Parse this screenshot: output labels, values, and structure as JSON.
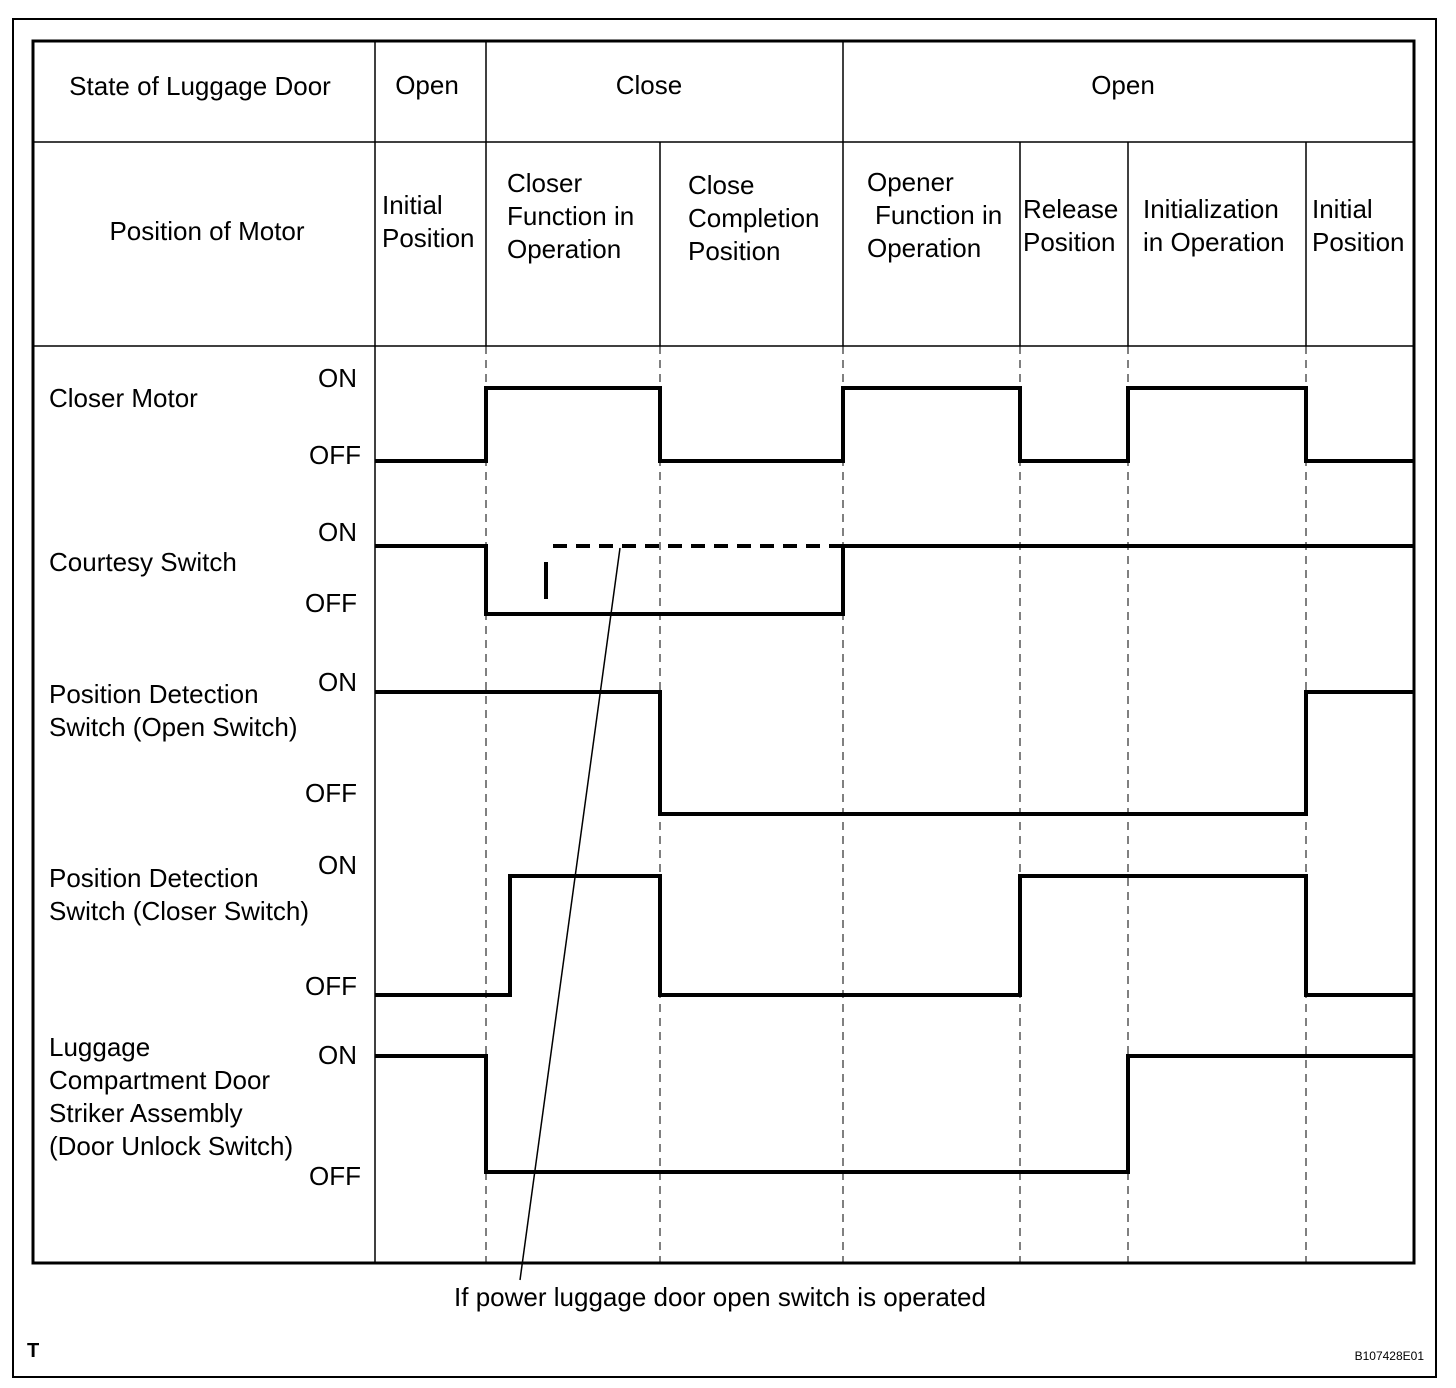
{
  "header": {
    "state_label": "State of Luggage Door",
    "motor_label": "Position of Motor",
    "states": [
      "Open",
      "Close",
      "Open"
    ],
    "motor_positions": [
      [
        "Initial",
        "Position"
      ],
      [
        "Closer",
        "Function in",
        "Operation"
      ],
      [
        "Close",
        "Completion",
        "Position"
      ],
      [
        "Opener",
        "Function in",
        "Operation"
      ],
      [
        "Release",
        "Position"
      ],
      [
        "Initialization",
        "in Operation"
      ],
      [
        "Initial",
        "Position"
      ]
    ]
  },
  "signals": [
    {
      "label_lines": [
        "Closer Motor"
      ],
      "on_label": "ON",
      "off_label": "OFF"
    },
    {
      "label_lines": [
        "Courtesy Switch"
      ],
      "on_label": "ON",
      "off_label": "OFF"
    },
    {
      "label_lines": [
        "Position Detection",
        "Switch (Open Switch)"
      ],
      "on_label": "ON",
      "off_label": "OFF"
    },
    {
      "label_lines": [
        "Position Detection",
        "Switch (Closer Switch)"
      ],
      "on_label": "ON",
      "off_label": "OFF"
    },
    {
      "label_lines": [
        "Luggage",
        "Compartment Door",
        "Striker Assembly",
        "(Door Unlock Switch)"
      ],
      "on_label": "ON",
      "off_label": "OFF"
    }
  ],
  "annotation": "If power luggage door open switch is operated",
  "corner_mark": "T",
  "figure_code": "B107428E01"
}
